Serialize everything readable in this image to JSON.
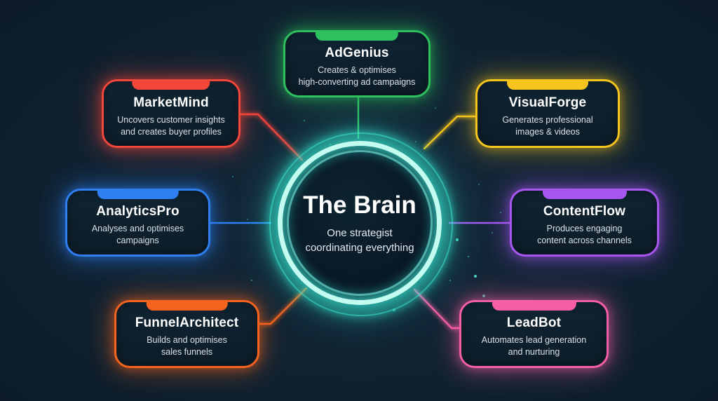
{
  "center": {
    "title": "The Brain",
    "subtitle_line1": "One strategist",
    "subtitle_line2": "coordinating everything",
    "ring_color": "#3ee9d2"
  },
  "nodes": [
    {
      "id": "adgenius",
      "title": "AdGenius",
      "desc1": "Creates & optimises",
      "desc2": "high-converting ad campaigns",
      "color": "#2ec05f",
      "glow": "rgba(46,192,95,0.45)"
    },
    {
      "id": "marketmind",
      "title": "MarketMind",
      "desc1": "Uncovers customer insights",
      "desc2": "and creates buyer profiles",
      "color": "#f3473c",
      "glow": "rgba(243,71,60,0.45)"
    },
    {
      "id": "visualforge",
      "title": "VisualForge",
      "desc1": "Generates professional",
      "desc2": "images & videos",
      "color": "#f6c51d",
      "glow": "rgba(246,197,29,0.4)"
    },
    {
      "id": "analyticspro",
      "title": "AnalyticsPro",
      "desc1": "Analyses and optimises",
      "desc2": "campaigns",
      "color": "#2f7ff2",
      "glow": "rgba(47,127,242,0.45)"
    },
    {
      "id": "contentflow",
      "title": "ContentFlow",
      "desc1": "Produces engaging",
      "desc2": "content across channels",
      "color": "#a757f0",
      "glow": "rgba(167,87,240,0.45)"
    },
    {
      "id": "funnelarchitect",
      "title": "FunnelArchitect",
      "desc1": "Builds and optimises",
      "desc2": "sales funnels",
      "color": "#f4641f",
      "glow": "rgba(244,100,31,0.45)"
    },
    {
      "id": "leadbot",
      "title": "LeadBot",
      "desc1": "Automates lead generation",
      "desc2": "and nurturing",
      "color": "#f75fa4",
      "glow": "rgba(247,95,164,0.45)"
    }
  ]
}
